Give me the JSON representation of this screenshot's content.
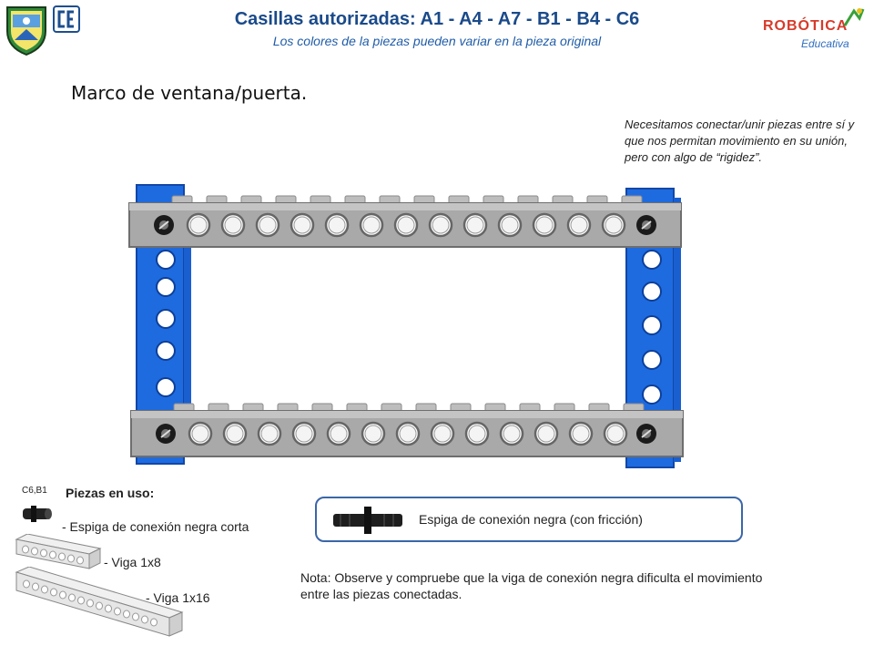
{
  "header": {
    "title": "Casillas autorizadas: A1 - A4 - A7 - B1 - B4 - C6",
    "subtitle": "Los colores de la piezas pueden variar en la pieza original",
    "left_logo_icon": "school-crest-icon",
    "left_badge_icon": "ce-logo-icon",
    "right_logo_text": "ROBÓTICA",
    "right_logo_subtext": "Educativa"
  },
  "section": {
    "title": "Marco de ventana/puerta."
  },
  "note_right": "Necesitamos conectar/unir piezas entre sí y que nos permitan movimiento en su unión, pero con algo de “rigidez”.",
  "pieces": {
    "code": "C6,B1",
    "title": "Piezas en uso:",
    "items": [
      "- Espiga de conexión negra corta",
      "- Viga 1x8",
      "- Viga 1x16"
    ]
  },
  "legend": {
    "label": "Espiga de conexión negra (con fricción)"
  },
  "note_bottom": "Nota: Observe y compruebe  que la  viga de conexión negra dificulta el movimiento entre las piezas conectadas.",
  "colors": {
    "title": "#1a4a8a",
    "blue_beam": "#1e6be0",
    "gray_beam": "#a9a9a9",
    "box_border": "#3b66a8"
  }
}
